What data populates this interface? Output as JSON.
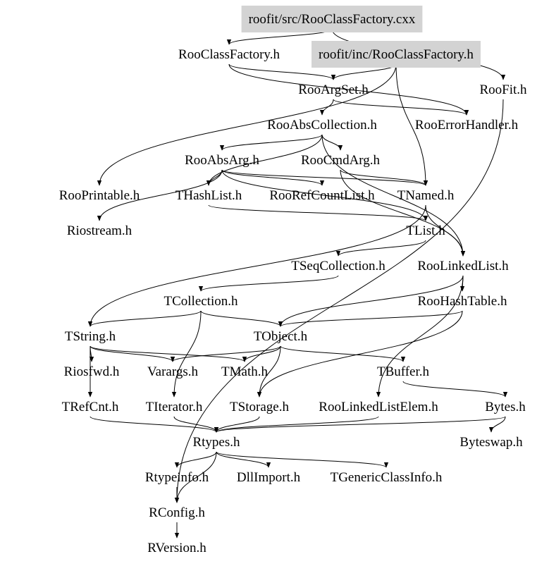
{
  "diagram": {
    "type": "include-dependency-graph",
    "highlight_color": "#d3d3d3",
    "nodes": [
      {
        "id": "src_cxx",
        "label": "roofit/src/RooClassFactory.cxx",
        "highlight": true
      },
      {
        "id": "RooClassFactory_h",
        "label": "RooClassFactory.h",
        "highlight": false
      },
      {
        "id": "inc_h",
        "label": "roofit/inc/RooClassFactory.h",
        "highlight": true
      },
      {
        "id": "RooFit_h",
        "label": "RooFit.h",
        "highlight": false
      },
      {
        "id": "RooArgSet_h",
        "label": "RooArgSet.h",
        "highlight": false
      },
      {
        "id": "RooAbsCollection_h",
        "label": "RooAbsCollection.h",
        "highlight": false
      },
      {
        "id": "RooErrorHandler_h",
        "label": "RooErrorHandler.h",
        "highlight": false
      },
      {
        "id": "RooAbsArg_h",
        "label": "RooAbsArg.h",
        "highlight": false
      },
      {
        "id": "RooCmdArg_h",
        "label": "RooCmdArg.h",
        "highlight": false
      },
      {
        "id": "RooPrintable_h",
        "label": "RooPrintable.h",
        "highlight": false
      },
      {
        "id": "THashList_h",
        "label": "THashList.h",
        "highlight": false
      },
      {
        "id": "RooRefCountList_h",
        "label": "RooRefCountList.h",
        "highlight": false
      },
      {
        "id": "TNamed_h",
        "label": "TNamed.h",
        "highlight": false
      },
      {
        "id": "Riostream_h",
        "label": "Riostream.h",
        "highlight": false
      },
      {
        "id": "TList_h",
        "label": "TList.h",
        "highlight": false
      },
      {
        "id": "TSeqCollection_h",
        "label": "TSeqCollection.h",
        "highlight": false
      },
      {
        "id": "RooLinkedList_h",
        "label": "RooLinkedList.h",
        "highlight": false
      },
      {
        "id": "TCollection_h",
        "label": "TCollection.h",
        "highlight": false
      },
      {
        "id": "RooHashTable_h",
        "label": "RooHashTable.h",
        "highlight": false
      },
      {
        "id": "TString_h",
        "label": "TString.h",
        "highlight": false
      },
      {
        "id": "TObject_h",
        "label": "TObject.h",
        "highlight": false
      },
      {
        "id": "Riosfwd_h",
        "label": "Riosfwd.h",
        "highlight": false
      },
      {
        "id": "Varargs_h",
        "label": "Varargs.h",
        "highlight": false
      },
      {
        "id": "TMath_h",
        "label": "TMath.h",
        "highlight": false
      },
      {
        "id": "TBuffer_h",
        "label": "TBuffer.h",
        "highlight": false
      },
      {
        "id": "TRefCnt_h",
        "label": "TRefCnt.h",
        "highlight": false
      },
      {
        "id": "TIterator_h",
        "label": "TIterator.h",
        "highlight": false
      },
      {
        "id": "TStorage_h",
        "label": "TStorage.h",
        "highlight": false
      },
      {
        "id": "RooLinkedListElem_h",
        "label": "RooLinkedListElem.h",
        "highlight": false
      },
      {
        "id": "Bytes_h",
        "label": "Bytes.h",
        "highlight": false
      },
      {
        "id": "Rtypes_h",
        "label": "Rtypes.h",
        "highlight": false
      },
      {
        "id": "Byteswap_h",
        "label": "Byteswap.h",
        "highlight": false
      },
      {
        "id": "Rtypeinfo_h",
        "label": "Rtypeinfo.h",
        "highlight": false
      },
      {
        "id": "DllImport_h",
        "label": "DllImport.h",
        "highlight": false
      },
      {
        "id": "TGenericClassInfo_h",
        "label": "TGenericClassInfo.h",
        "highlight": false
      },
      {
        "id": "RConfig_h",
        "label": "RConfig.h",
        "highlight": false
      },
      {
        "id": "RVersion_h",
        "label": "RVersion.h",
        "highlight": false
      }
    ],
    "edges": [
      [
        "src_cxx",
        "RooClassFactory_h"
      ],
      [
        "src_cxx",
        "RooFit_h"
      ],
      [
        "RooClassFactory_h",
        "RooArgSet_h"
      ],
      [
        "RooClassFactory_h",
        "RooErrorHandler_h"
      ],
      [
        "inc_h",
        "RooArgSet_h"
      ],
      [
        "inc_h",
        "RooPrintable_h"
      ],
      [
        "inc_h",
        "TNamed_h"
      ],
      [
        "RooArgSet_h",
        "RooAbsCollection_h"
      ],
      [
        "RooArgSet_h",
        "RooErrorHandler_h"
      ],
      [
        "RooAbsCollection_h",
        "RooAbsArg_h"
      ],
      [
        "RooAbsCollection_h",
        "RooCmdArg_h"
      ],
      [
        "RooAbsCollection_h",
        "THashList_h"
      ],
      [
        "RooAbsCollection_h",
        "RooLinkedList_h"
      ],
      [
        "RooAbsArg_h",
        "THashList_h"
      ],
      [
        "RooAbsArg_h",
        "RooRefCountList_h"
      ],
      [
        "RooAbsArg_h",
        "TNamed_h"
      ],
      [
        "RooAbsArg_h",
        "Riostream_h"
      ],
      [
        "RooAbsArg_h",
        "TList_h"
      ],
      [
        "RooCmdArg_h",
        "TNamed_h"
      ],
      [
        "RooCmdArg_h",
        "RooLinkedList_h"
      ],
      [
        "THashList_h",
        "TList_h"
      ],
      [
        "TNamed_h",
        "RooLinkedList_h"
      ],
      [
        "TNamed_h",
        "TString_h"
      ],
      [
        "TList_h",
        "TSeqCollection_h"
      ],
      [
        "TSeqCollection_h",
        "TCollection_h"
      ],
      [
        "RooLinkedList_h",
        "RooHashTable_h"
      ],
      [
        "RooLinkedList_h",
        "TObject_h"
      ],
      [
        "RooLinkedList_h",
        "RooLinkedListElem_h"
      ],
      [
        "RooHashTable_h",
        "TObject_h"
      ],
      [
        "RooHashTable_h",
        "TStorage_h"
      ],
      [
        "TCollection_h",
        "TString_h"
      ],
      [
        "TCollection_h",
        "TObject_h"
      ],
      [
        "TCollection_h",
        "TIterator_h"
      ],
      [
        "TString_h",
        "Riosfwd_h"
      ],
      [
        "TString_h",
        "Varargs_h"
      ],
      [
        "TString_h",
        "TMath_h"
      ],
      [
        "TString_h",
        "TRefCnt_h"
      ],
      [
        "TObject_h",
        "Varargs_h"
      ],
      [
        "TObject_h",
        "TMath_h"
      ],
      [
        "TObject_h",
        "TBuffer_h"
      ],
      [
        "TObject_h",
        "TStorage_h"
      ],
      [
        "TBuffer_h",
        "Bytes_h"
      ],
      [
        "Bytes_h",
        "Byteswap_h"
      ],
      [
        "Bytes_h",
        "Rtypes_h"
      ],
      [
        "TRefCnt_h",
        "Rtypes_h"
      ],
      [
        "TIterator_h",
        "Rtypes_h"
      ],
      [
        "TStorage_h",
        "Rtypes_h"
      ],
      [
        "RooLinkedListElem_h",
        "Rtypes_h"
      ],
      [
        "Rtypes_h",
        "Rtypeinfo_h"
      ],
      [
        "Rtypes_h",
        "DllImport_h"
      ],
      [
        "Rtypes_h",
        "TGenericClassInfo_h"
      ],
      [
        "Rtypes_h",
        "RConfig_h"
      ],
      [
        "Rtypeinfo_h",
        "RConfig_h"
      ],
      [
        "RooFit_h",
        "RConfig_h"
      ],
      [
        "RConfig_h",
        "RVersion_h"
      ]
    ]
  }
}
